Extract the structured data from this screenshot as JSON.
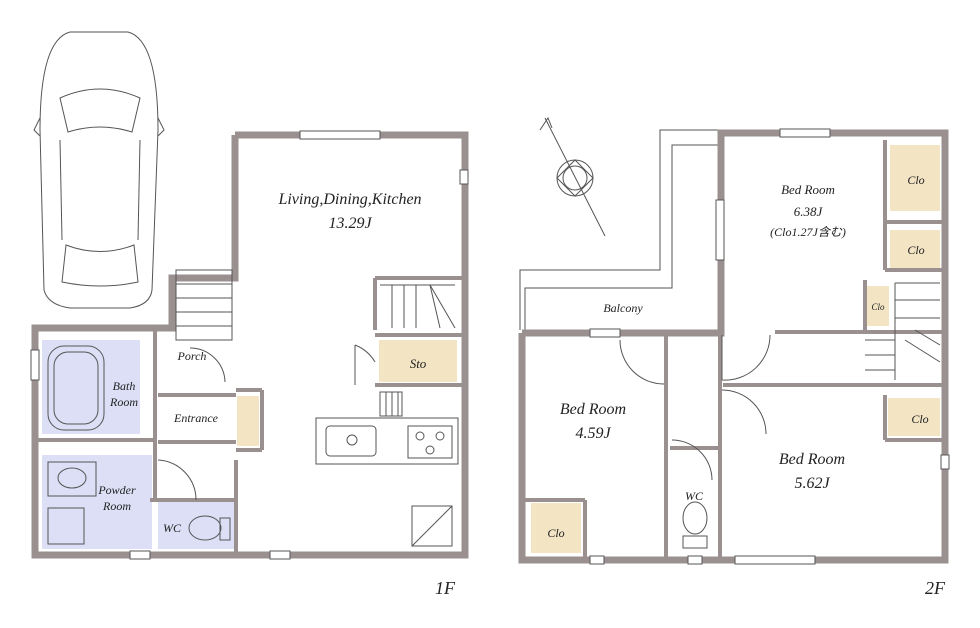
{
  "floor1": {
    "label": "1F",
    "rooms": {
      "ldk_name": "Living,Dining,Kitchen",
      "ldk_size": "13.29J",
      "sto": "Sto",
      "porch": "Porch",
      "entrance": "Entrance",
      "bath_line1": "Bath",
      "bath_line2": "Room",
      "powder_line1": "Powder",
      "powder_line2": "Room",
      "wc": "WC"
    }
  },
  "floor2": {
    "label": "2F",
    "rooms": {
      "bed1_name": "Bed Room",
      "bed1_size": "6.38J",
      "bed1_note": "(Clo1.27J含む)",
      "clo_a": "Clo",
      "clo_b": "Clo",
      "clo_c": "Clo",
      "clo_d": "Clo",
      "clo_e": "Clo",
      "balcony": "Balcony",
      "bed2_name": "Bed Room",
      "bed2_size": "4.59J",
      "bed3_name": "Bed Room",
      "bed3_size": "5.62J",
      "wc": "WC"
    }
  },
  "colors": {
    "wall": "#9a9090",
    "closet": "#f3e4c4",
    "wet_area": "#dcdff5"
  }
}
